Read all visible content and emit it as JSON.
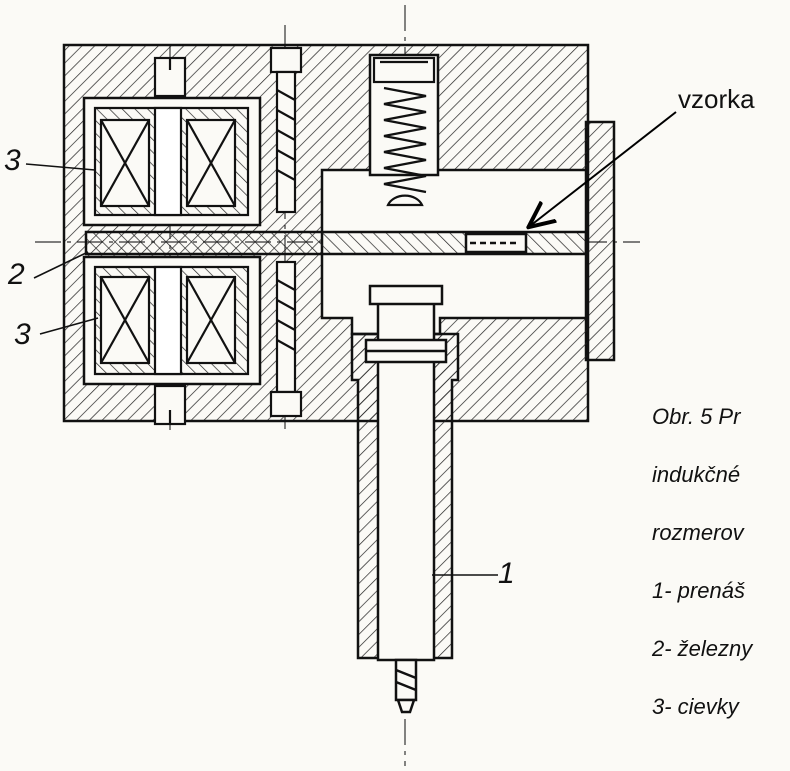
{
  "labels": {
    "vzorka": "vzorka",
    "part_3_top": "3",
    "part_2": "2",
    "part_3_bottom": "3",
    "part_1": "1"
  },
  "caption": [
    "Obr. 5 Pr",
    "indukčné",
    "rozmerov",
    "1- prenáš",
    "2- železny",
    "3- cievky"
  ]
}
